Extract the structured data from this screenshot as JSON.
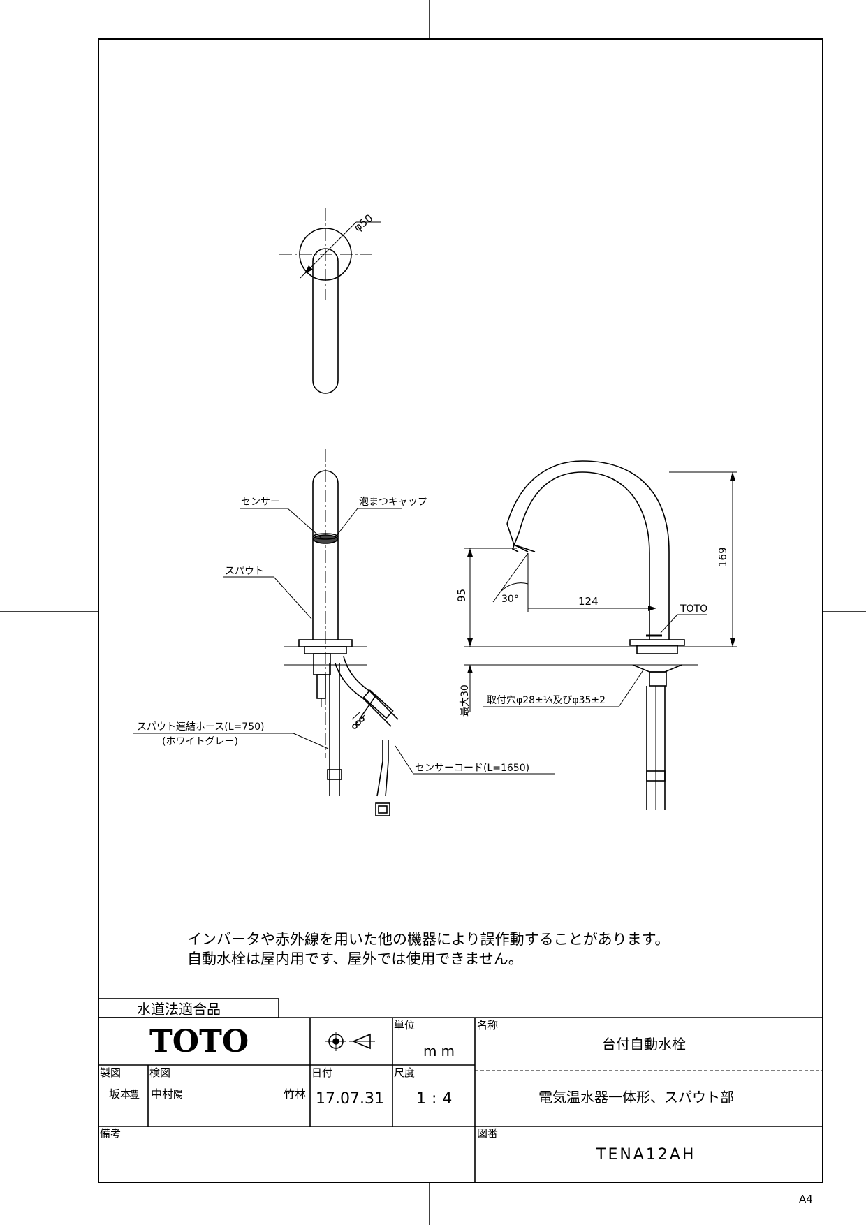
{
  "labels": {
    "phi50": "φ50",
    "sensor": "センサー",
    "aerator_cap": "泡まつキャップ",
    "spout": "スパウト",
    "hose": "スパウト連結ホース(L=750)",
    "hose_color": "(ホワイトグレー)",
    "sensor_cord": "センサーコード(L=1650)",
    "dim_169": "169",
    "dim_95": "95",
    "dim_124": "124",
    "angle_30": "30°",
    "toto_mark": "TOTO",
    "max30": "最大30",
    "mount_hole": "取付穴φ28±⅓及びφ35±2"
  },
  "notes": {
    "line1": "インバータや赤外線を用いた他の機器により誤作動することがあります。",
    "line2": "自動水栓は屋内用です、屋外では使用できません。"
  },
  "title_block": {
    "compliance": "水道法適合品",
    "brand": "TOTO",
    "unit_label": "単位",
    "unit_value": "mm",
    "name_label": "名称",
    "name_value": "台付自動水栓",
    "subname_value": "電気温水器一体形、スパウト部",
    "drawn_label": "製図",
    "drawn_value_1": "坂本",
    "drawn_value_2": "豊",
    "checked_label": "検図",
    "checked_value_1": "中村",
    "checked_value_2": "陽",
    "approved_value": "竹林",
    "date_label": "日付",
    "date_value": "17.07.31",
    "scale_label": "尺度",
    "scale_value": "1:4",
    "remarks_label": "備考",
    "drawing_no_label": "図番",
    "drawing_no_value": "TENA12AH"
  },
  "paper_size": "A4"
}
